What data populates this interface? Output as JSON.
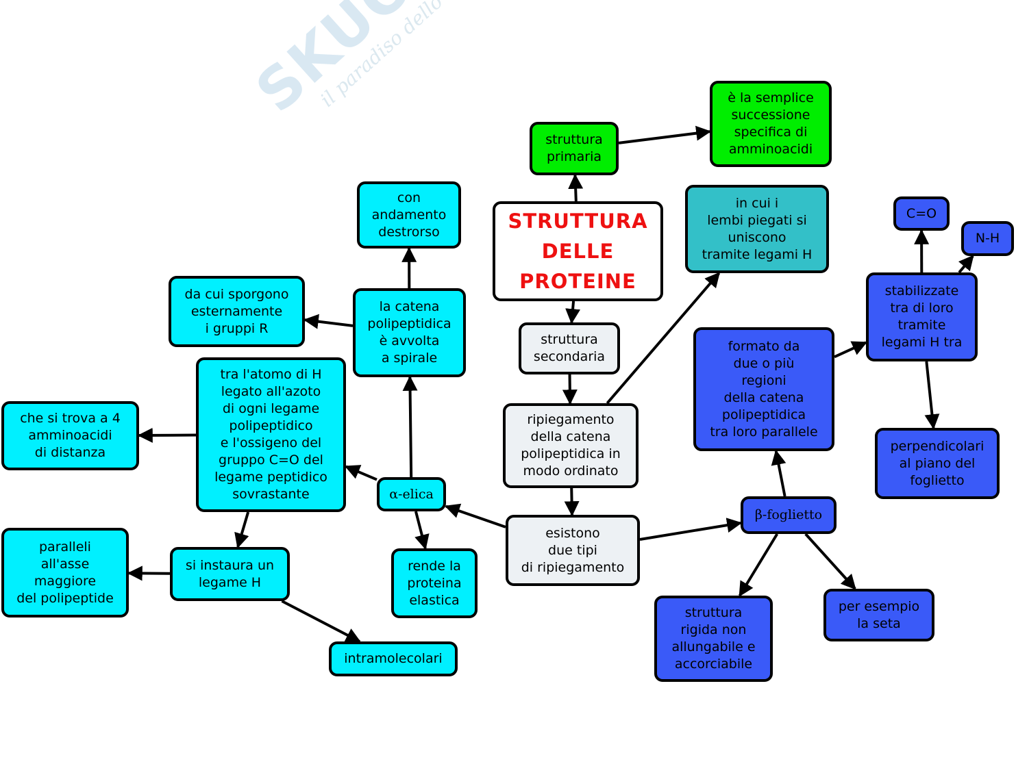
{
  "watermark": {
    "brand": "SKUOLA.net",
    "tagline": "il paradiso dello studente"
  },
  "nodes": {
    "title": "STRUTTURA\nDELLE\nPROTEINE",
    "primaria": "struttura\nprimaria",
    "primaria_def": "è la semplice\nsuccessione\nspecifica di\namminoacidi",
    "secondaria": "struttura\nsecondaria",
    "ripiegamento": "ripiegamento\ndella catena\npolipeptidica in\nmodo ordinato",
    "due_tipi": "esistono\ndue tipi\ndi ripiegamento",
    "lembi": "in cui i\nlembi piegati si\nuniscono\ntramite legami H",
    "alfa": "α-elica",
    "beta": "β-foglietto",
    "catena_spirale": "la catena\npolipeptidica\nè avvolta\na spirale",
    "destrorso": "con\nandamento\ndestrorso",
    "gruppi_r": "da cui sporgono\nesternamente\ni gruppi R",
    "atomo_h": "tra l'atomo di H\nlegato all'azoto\ndi ogni legame\npolipeptidico\ne l'ossigeno del\ngruppo C=O del\nlegame peptidico\nsovrastante",
    "quattro_aa": "che si trova a 4\namminoacidi\ndi distanza",
    "legame_h": "si instaura un\nlegame H",
    "paralleli_asse": "paralleli\nall'asse\nmaggiore\ndel polipeptide",
    "intramolecolari": "intramolecolari",
    "elastica": "rende la\nproteina\nelastica",
    "formato_da": "formato da\ndue o più\nregioni\ndella catena\npolipeptidica\ntra loro parallele",
    "stabilizzate": "stabilizzate\ntra di loro\ntramite\nlegami H tra",
    "co": "C=O",
    "nh": "N-H",
    "perpendicolari": "perpendicolari\nal piano del\nfoglietto",
    "rigida": "struttura\nrigida non\nallungabile e\naccorciabile",
    "seta": "per esempio\nla seta"
  },
  "connections": [
    [
      "title",
      "primaria"
    ],
    [
      "primaria",
      "primaria_def"
    ],
    [
      "title",
      "secondaria"
    ],
    [
      "secondaria",
      "ripiegamento"
    ],
    [
      "ripiegamento",
      "due_tipi"
    ],
    [
      "ripiegamento",
      "lembi"
    ],
    [
      "due_tipi",
      "alfa"
    ],
    [
      "due_tipi",
      "beta"
    ],
    [
      "alfa",
      "catena_spirale"
    ],
    [
      "catena_spirale",
      "destrorso"
    ],
    [
      "catena_spirale",
      "gruppi_r"
    ],
    [
      "alfa",
      "atomo_h"
    ],
    [
      "atomo_h",
      "quattro_aa"
    ],
    [
      "atomo_h",
      "legame_h"
    ],
    [
      "legame_h",
      "paralleli_asse"
    ],
    [
      "legame_h",
      "intramolecolari"
    ],
    [
      "alfa",
      "elastica"
    ],
    [
      "beta",
      "formato_da"
    ],
    [
      "formato_da",
      "stabilizzate"
    ],
    [
      "stabilizzate",
      "co"
    ],
    [
      "stabilizzate",
      "nh"
    ],
    [
      "stabilizzate",
      "perpendicolari"
    ],
    [
      "beta",
      "rigida"
    ],
    [
      "beta",
      "seta"
    ]
  ]
}
